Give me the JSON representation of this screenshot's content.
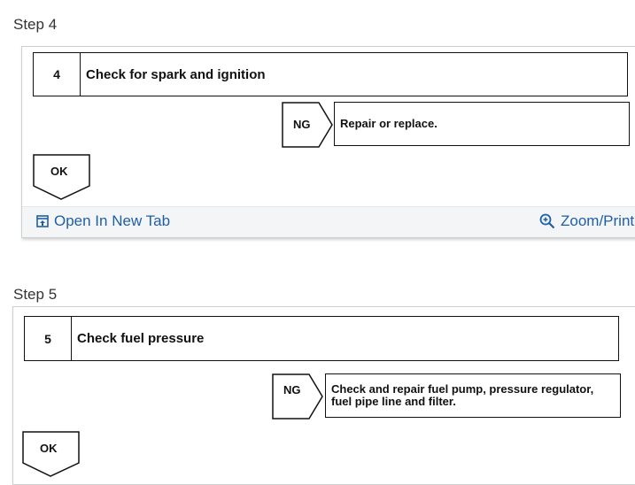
{
  "steps": [
    {
      "heading": "Step 4",
      "number": "4",
      "title": "Check for spark and ignition",
      "ng_label": "NG",
      "ng_action": [
        "Repair or replace."
      ],
      "ok_label": "OK"
    },
    {
      "heading": "Step 5",
      "number": "5",
      "title": "Check fuel pressure",
      "ng_label": "NG",
      "ng_action": [
        "Check and repair fuel pump, pressure regulator,",
        "fuel pipe line and filter."
      ],
      "ok_label": "OK"
    }
  ],
  "footer": {
    "open_new_tab": "Open In New Tab",
    "zoom_print": "Zoom/Print"
  },
  "colors": {
    "link": "#1f5fa8",
    "footer_bg": "#f4f5f7"
  },
  "icons": {
    "open_new_tab": "open-in-new-tab-icon",
    "zoom": "zoom-in-icon"
  }
}
